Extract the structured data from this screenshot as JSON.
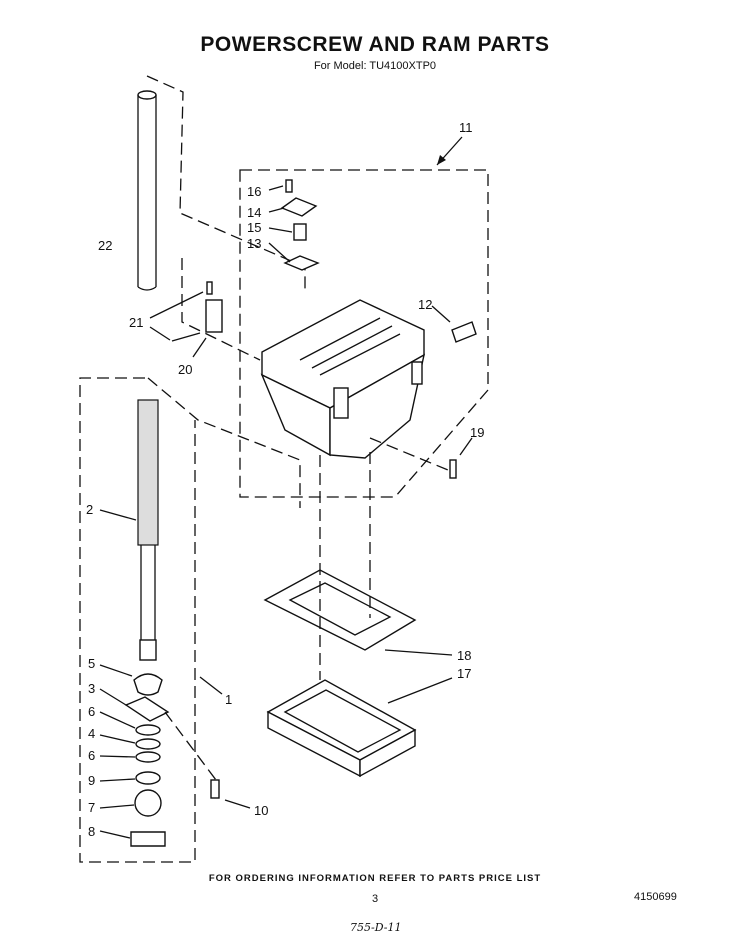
{
  "header": {
    "title": "POWERSCREW AND RAM PARTS",
    "subtitle": "For Model: TU4100XTP0"
  },
  "callouts": [
    "1",
    "2",
    "3",
    "4",
    "5",
    "6",
    "6",
    "7",
    "8",
    "9",
    "10",
    "11",
    "12",
    "13",
    "14",
    "15",
    "16",
    "17",
    "18",
    "19",
    "20",
    "21",
    "22"
  ],
  "footer": {
    "ordering_note": "FOR ORDERING INFORMATION REFER TO PARTS PRICE LIST",
    "page_number": "3",
    "document_number": "4150699",
    "handwritten_note": "755-D-11"
  }
}
